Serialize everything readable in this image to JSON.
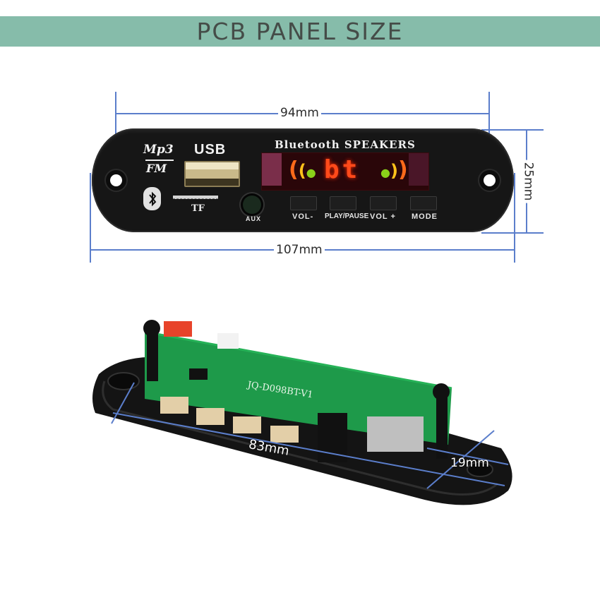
{
  "banner": {
    "title": "PCB PANEL SIZE",
    "background": "#86bcaa",
    "text_color": "#454c48"
  },
  "dimensions": {
    "hole_spacing": "94mm",
    "total_length": "107mm",
    "height": "25mm",
    "pcb_length": "83mm",
    "depth": "19mm",
    "line_color": "#5b7ecb"
  },
  "front_panel": {
    "logo_top": "Mp3",
    "logo_bottom": "FM",
    "bluetooth_glyph": "✱",
    "usb_label": "USB",
    "tf_label": "TF",
    "aux_label": "AUX",
    "title": "Bluetooth SPEAKERS",
    "display_text": "bt",
    "buttons": [
      {
        "label": "VOL-"
      },
      {
        "label": "PLAY/PAUSE"
      },
      {
        "label": "VOL +"
      },
      {
        "label": "MODE"
      }
    ]
  },
  "pcb": {
    "model": "JQ-D098BT-V1"
  }
}
